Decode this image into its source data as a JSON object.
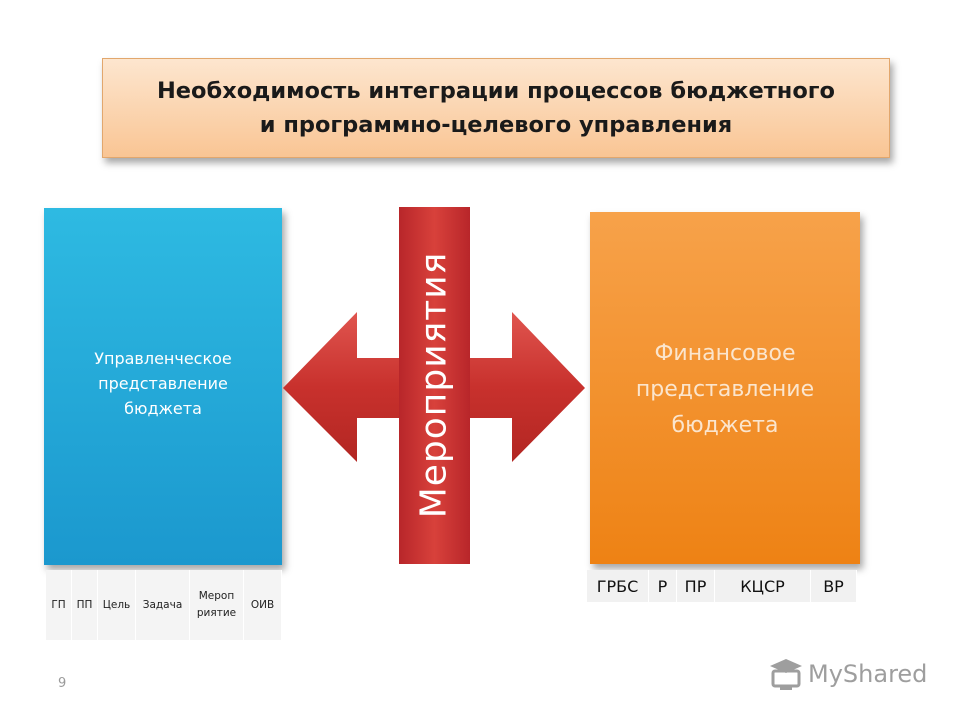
{
  "title": "Необходимость интеграции процессов бюджетного\nи программно-целевого управления",
  "left_box": {
    "text": "Управленческое\nпредставление\nбюджета"
  },
  "right_box": {
    "text": "Финансовое\nпредставление\nбюджета"
  },
  "center_arrow": {
    "label": "Мероприятия"
  },
  "left_table": [
    "ГП",
    "ПП",
    "Цель",
    "Задача",
    "Мероп\nриятие",
    "ОИВ"
  ],
  "right_table": [
    "ГРБС",
    "Р",
    "ПР",
    "КЦСР",
    "ВР"
  ],
  "page_number": "9",
  "watermark": {
    "text": "MyShared",
    "icon": "mortarboard-computer-icon"
  },
  "colors": {
    "title_fill": "#f9c594",
    "left_box": "#1b98ce",
    "right_box": "#ee8214",
    "arrow": "#c83a36"
  }
}
